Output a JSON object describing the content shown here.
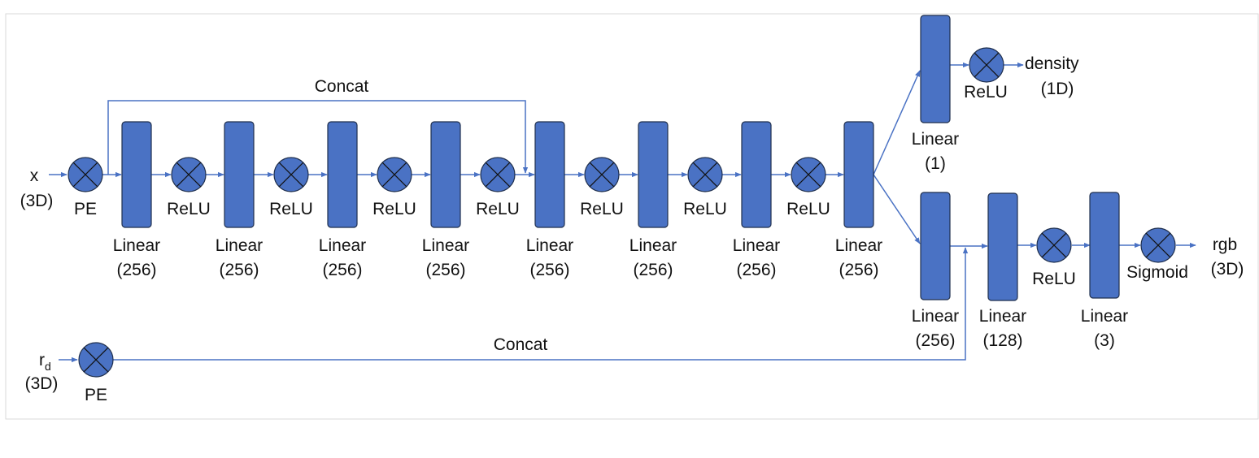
{
  "colors": {
    "block_fill": "#4a72c4",
    "block_stroke": "#1f2f4d",
    "edge": "#4a72c4"
  },
  "inputs": {
    "x": {
      "name": "x",
      "dim": "(3D)"
    },
    "rd": {
      "name": "r",
      "subscript": "d",
      "dim": "(3D)"
    }
  },
  "ops": {
    "pe": "PE",
    "relu": "ReLU",
    "sigmoid": "Sigmoid",
    "concat": "Concat",
    "icon": "multiply-circle-icon"
  },
  "trunk_layers": [
    {
      "name": "Linear",
      "size": "(256)"
    },
    {
      "name": "Linear",
      "size": "(256)"
    },
    {
      "name": "Linear",
      "size": "(256)"
    },
    {
      "name": "Linear",
      "size": "(256)"
    },
    {
      "name": "Linear",
      "size": "(256)"
    },
    {
      "name": "Linear",
      "size": "(256)"
    },
    {
      "name": "Linear",
      "size": "(256)"
    },
    {
      "name": "Linear",
      "size": "(256)"
    }
  ],
  "density_head": {
    "layer": {
      "name": "Linear",
      "size": "(1)"
    },
    "output": {
      "name": "density",
      "dim": "(1D)"
    }
  },
  "rgb_head": {
    "layers": [
      {
        "name": "Linear",
        "size": "(256)"
      },
      {
        "name": "Linear",
        "size": "(128)"
      },
      {
        "name": "Linear",
        "size": "(3)"
      }
    ],
    "output": {
      "name": "rgb",
      "dim": "(3D)"
    }
  }
}
